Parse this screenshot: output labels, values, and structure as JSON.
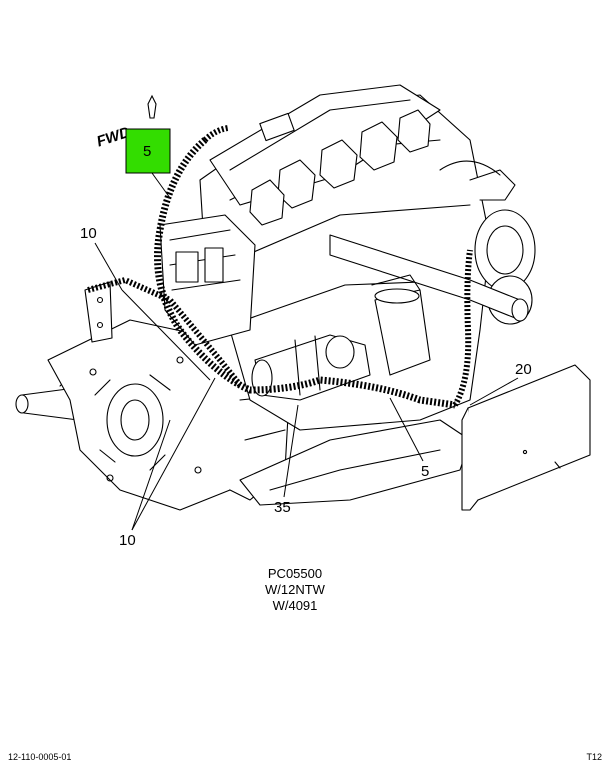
{
  "fwd_label": "FWD",
  "highlight_color": "#33dd00",
  "callouts": [
    {
      "id": "c5_highlight",
      "text": "5"
    },
    {
      "id": "c10_upper",
      "text": "10"
    },
    {
      "id": "c20",
      "text": "20"
    },
    {
      "id": "c5_lower",
      "text": "5"
    },
    {
      "id": "c35",
      "text": "35"
    },
    {
      "id": "c10_lower",
      "text": "10"
    }
  ],
  "caption": {
    "line1": "PC05500",
    "line2": "W/12NTW",
    "line3": "W/4091"
  },
  "footer": {
    "left": "12-110-0005-01",
    "right": "T12"
  }
}
